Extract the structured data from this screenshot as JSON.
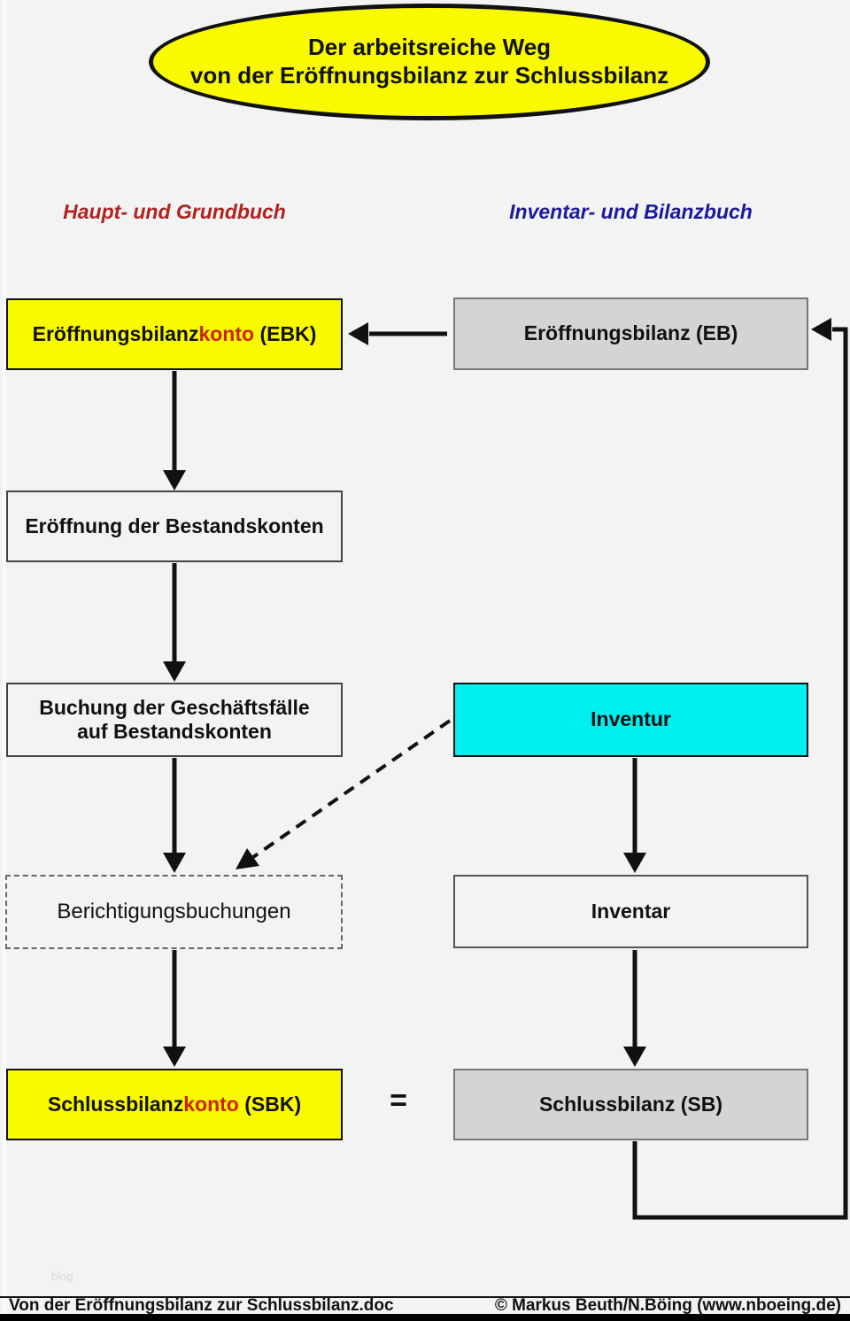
{
  "title": {
    "line1": "Der arbeitsreiche Weg",
    "line2": "von der Eröffnungsbilanz zur Schlussbilanz"
  },
  "columns": {
    "left": "Haupt- und Grundbuch",
    "right": "Inventar- und Bilanzbuch"
  },
  "boxes": {
    "ebk": {
      "prefix": "Eröffnungsbilanz",
      "highlight": "konto",
      "suffix": " (EBK)"
    },
    "eb": {
      "label": "Eröffnungsbilanz (EB)"
    },
    "eroeffnung_bestandskonten": {
      "label": "Eröffnung der Bestandskonten"
    },
    "buchung": {
      "line1": "Buchung der Geschäftsfälle",
      "line2": "auf Bestandskonten"
    },
    "inventur": {
      "label": "Inventur"
    },
    "berichtigungsbuchungen": {
      "label": "Berichtigungsbuchungen"
    },
    "inventar": {
      "label": "Inventar"
    },
    "sbk": {
      "prefix": "Schlussbilanz",
      "highlight": "konto",
      "suffix": " (SBK)"
    },
    "sb": {
      "label": "Schlussbilanz (SB)"
    }
  },
  "equals_sign": "=",
  "watermark": "blog",
  "footer": {
    "left": "Von der Eröffnungsbilanz zur Schlussbilanz.doc",
    "right": "© Markus Beuth/N.Böing (www.nboeing.de)"
  },
  "colors": {
    "highlight_yellow": "#f9f900",
    "box_gray": "#d4d4d4",
    "cyan": "#00efef",
    "red_text": "#cc2200",
    "header_red": "#b22222",
    "header_blue": "#1a1a9c",
    "page_bg": "#f3f3f3",
    "ink": "#111111"
  }
}
